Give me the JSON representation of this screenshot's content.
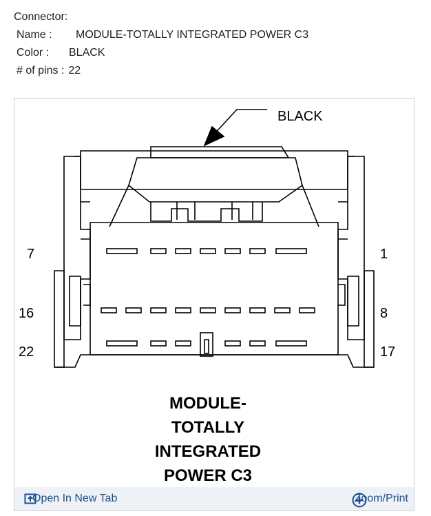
{
  "connector": {
    "heading": "Connector:",
    "name_label": "Name :",
    "name_value": "MODULE-TOTALLY INTEGRATED POWER C3",
    "color_label": "Color :",
    "color_value": "BLACK",
    "pins_label": "# of pins :",
    "pins_value": "22"
  },
  "diagram": {
    "color_callout": "BLACK",
    "pin_labels": {
      "row1_left": "7",
      "row1_right": "1",
      "row2_left": "16",
      "row2_right": "8",
      "row3_left": "22",
      "row3_right": "17"
    },
    "title_lines": [
      "MODULE-",
      "TOTALLY",
      "INTEGRATED",
      "POWER C3"
    ]
  },
  "footer": {
    "open_label": "Open In New Tab",
    "zoom_label": "Zoom/Print",
    "accent_color": "#1b4f8c"
  }
}
